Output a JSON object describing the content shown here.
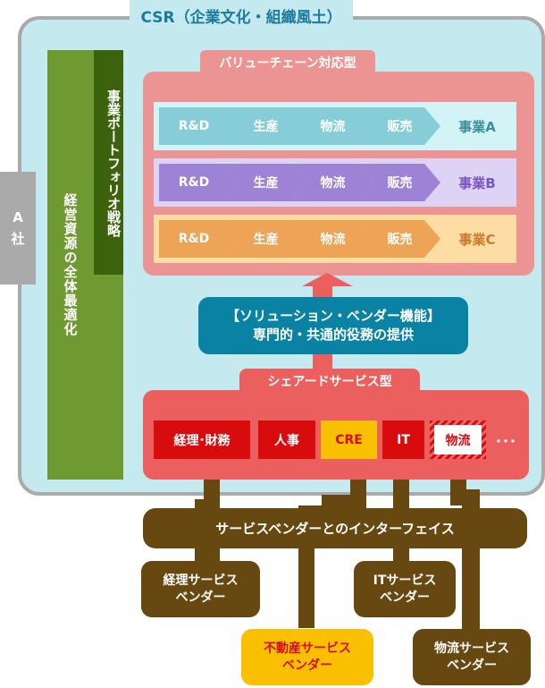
{
  "title": "CSR（企業文化・組織風土）",
  "company_label": [
    "A",
    "社"
  ],
  "strategy": {
    "resource_optimization": "経営資源の全体最適化",
    "business_portfolio": "事業ポートフォリオ戦略"
  },
  "value_chain": {
    "title": "バリューチェーン対応型",
    "rows": [
      {
        "steps": [
          "R&D",
          "生産",
          "物流",
          "販売"
        ],
        "business": "事業A",
        "colors": {
          "bg": "#d2f4f6",
          "step": "#86cdd8",
          "text": "#3c8e99"
        }
      },
      {
        "steps": [
          "R&D",
          "生産",
          "物流",
          "販売"
        ],
        "business": "事業B",
        "colors": {
          "bg": "#ddd3f4",
          "step": "#9d82d6",
          "text": "#7a55c0"
        }
      },
      {
        "steps": [
          "R&D",
          "生産",
          "物流",
          "販売"
        ],
        "business": "事業C",
        "colors": {
          "bg": "#fddda3",
          "step": "#eea456",
          "text": "#c97a2c"
        }
      }
    ]
  },
  "solution_vendor": {
    "line1": "【ソリューション・ベンダー機能】",
    "line2": "専門的・共通的役務の提供"
  },
  "shared_services": {
    "title": "シェアードサービス型",
    "items": [
      "経理･財務",
      "人事",
      "CRE",
      "IT",
      "物流"
    ],
    "more": "･･･"
  },
  "interface": "サービスベンダーとのインターフェイス",
  "vendors": [
    {
      "line1": "経理サービス",
      "line2": "ベンダー"
    },
    {
      "line1": "不動産サービス",
      "line2": "ベンダー"
    },
    {
      "line1": "ITサービス",
      "line2": "ベンダー"
    },
    {
      "line1": "物流サービス",
      "line2": "ベンダー"
    }
  ],
  "colors": {
    "csr_bg": "#c4e9ee",
    "frame": "#aaaaaa",
    "green": "#6e9a31",
    "dark_green": "#3d620d",
    "value_chain": "#ec9494",
    "solution": "#0a82a4",
    "shared_service": "#ec5f5f",
    "service_item": "#d80c0c",
    "highlight": "#f8c000",
    "brown": "#664810"
  }
}
